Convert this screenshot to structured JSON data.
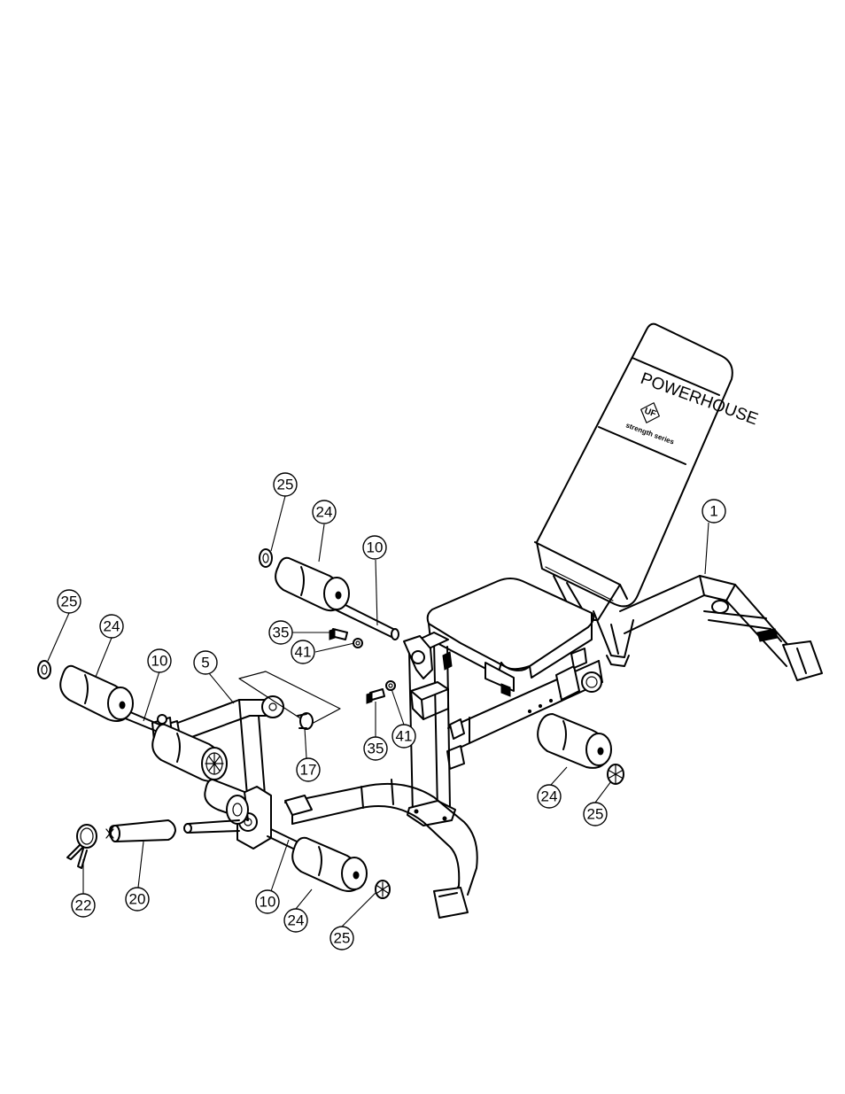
{
  "backrest_brand": {
    "name": "POWERHOUSE",
    "logo_mark": "UF",
    "tagline": "strength series"
  },
  "callouts": [
    {
      "id": "c1",
      "label": "1"
    },
    {
      "id": "c5",
      "label": "5"
    },
    {
      "id": "c10a",
      "label": "10"
    },
    {
      "id": "c10b",
      "label": "10"
    },
    {
      "id": "c10c",
      "label": "10"
    },
    {
      "id": "c17",
      "label": "17"
    },
    {
      "id": "c20",
      "label": "20"
    },
    {
      "id": "c22",
      "label": "22"
    },
    {
      "id": "c24a",
      "label": "24"
    },
    {
      "id": "c24b",
      "label": "24"
    },
    {
      "id": "c24c",
      "label": "24"
    },
    {
      "id": "c24d",
      "label": "24"
    },
    {
      "id": "c25a",
      "label": "25"
    },
    {
      "id": "c25b",
      "label": "25"
    },
    {
      "id": "c25c",
      "label": "25"
    },
    {
      "id": "c25d",
      "label": "25"
    },
    {
      "id": "c35a",
      "label": "35"
    },
    {
      "id": "c35b",
      "label": "35"
    },
    {
      "id": "c41a",
      "label": "41"
    },
    {
      "id": "c41b",
      "label": "41"
    }
  ]
}
